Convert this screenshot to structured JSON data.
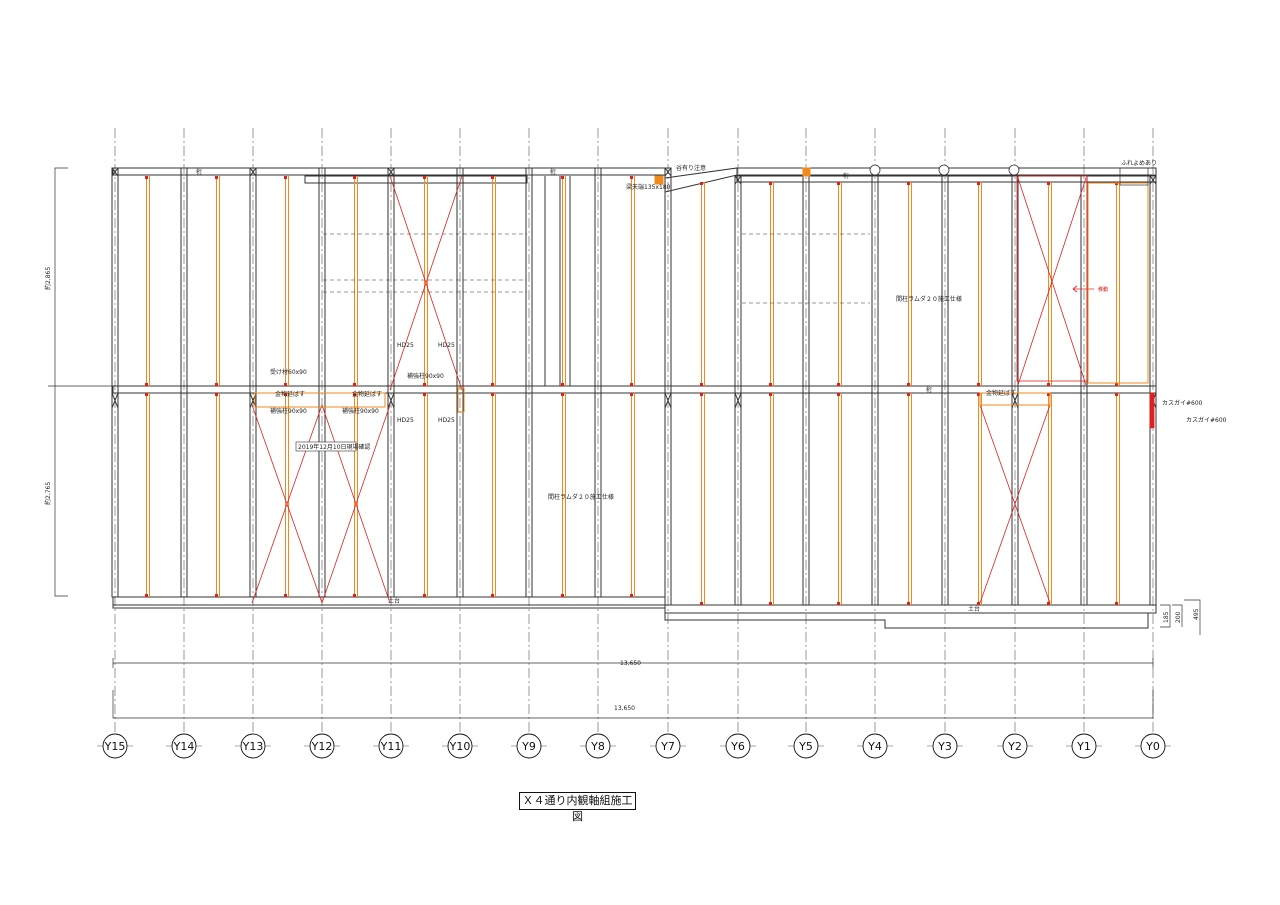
{
  "drawing": {
    "title": "Ｘ４通り内観軸組施工図",
    "axes": [
      "Y15",
      "Y14",
      "Y13",
      "Y12",
      "Y11",
      "Y10",
      "Y9",
      "Y8",
      "Y7",
      "Y6",
      "Y5",
      "Y4",
      "Y3",
      "Y2",
      "Y1",
      "Y0"
    ],
    "dimensions": {
      "total_width": "13,650",
      "overall_width_small": "13,650",
      "upper_height": "約2,865",
      "lower_height": "約2,765",
      "right_dim_1": "185",
      "right_dim_2": "200",
      "right_dim_3": "495"
    },
    "labels": {
      "keta_1": "桁",
      "keta_2": "桁",
      "keta_3": "桁",
      "keta_4": "桁",
      "dodai_1": "土台",
      "dodai_2": "土台",
      "tanimuki": "谷有り注意",
      "hibiki": "ふれよめあり",
      "hashira_note_upper": "間柱ラムダ２０施工仕様",
      "hashira_note_lower": "間柱ラムダ２０施工仕様",
      "ukezai": "受け材60x90",
      "hokyo_1": "補強柱90x90",
      "hokyo_2": "補強柱90x90",
      "hokyo_3": "補強柱90x90",
      "hd_1": "HD25",
      "hd_2": "HD25",
      "hd_3": "HD25",
      "hd_4": "HD25",
      "kanaai_1": "金物延ばす",
      "kanaai_2": "金物延ばす",
      "kanaai_3": "金物延ばす",
      "date_note": "2019年12月10日現場確認",
      "kasugai_1": "カスガイ#600",
      "kasugai_2": "カスガイ#600",
      "idou": "移動",
      "beam_small": "梁天端135x180"
    },
    "colors": {
      "structure": "#333333",
      "stud": "#f08a1c",
      "brace": "#e02020"
    }
  }
}
